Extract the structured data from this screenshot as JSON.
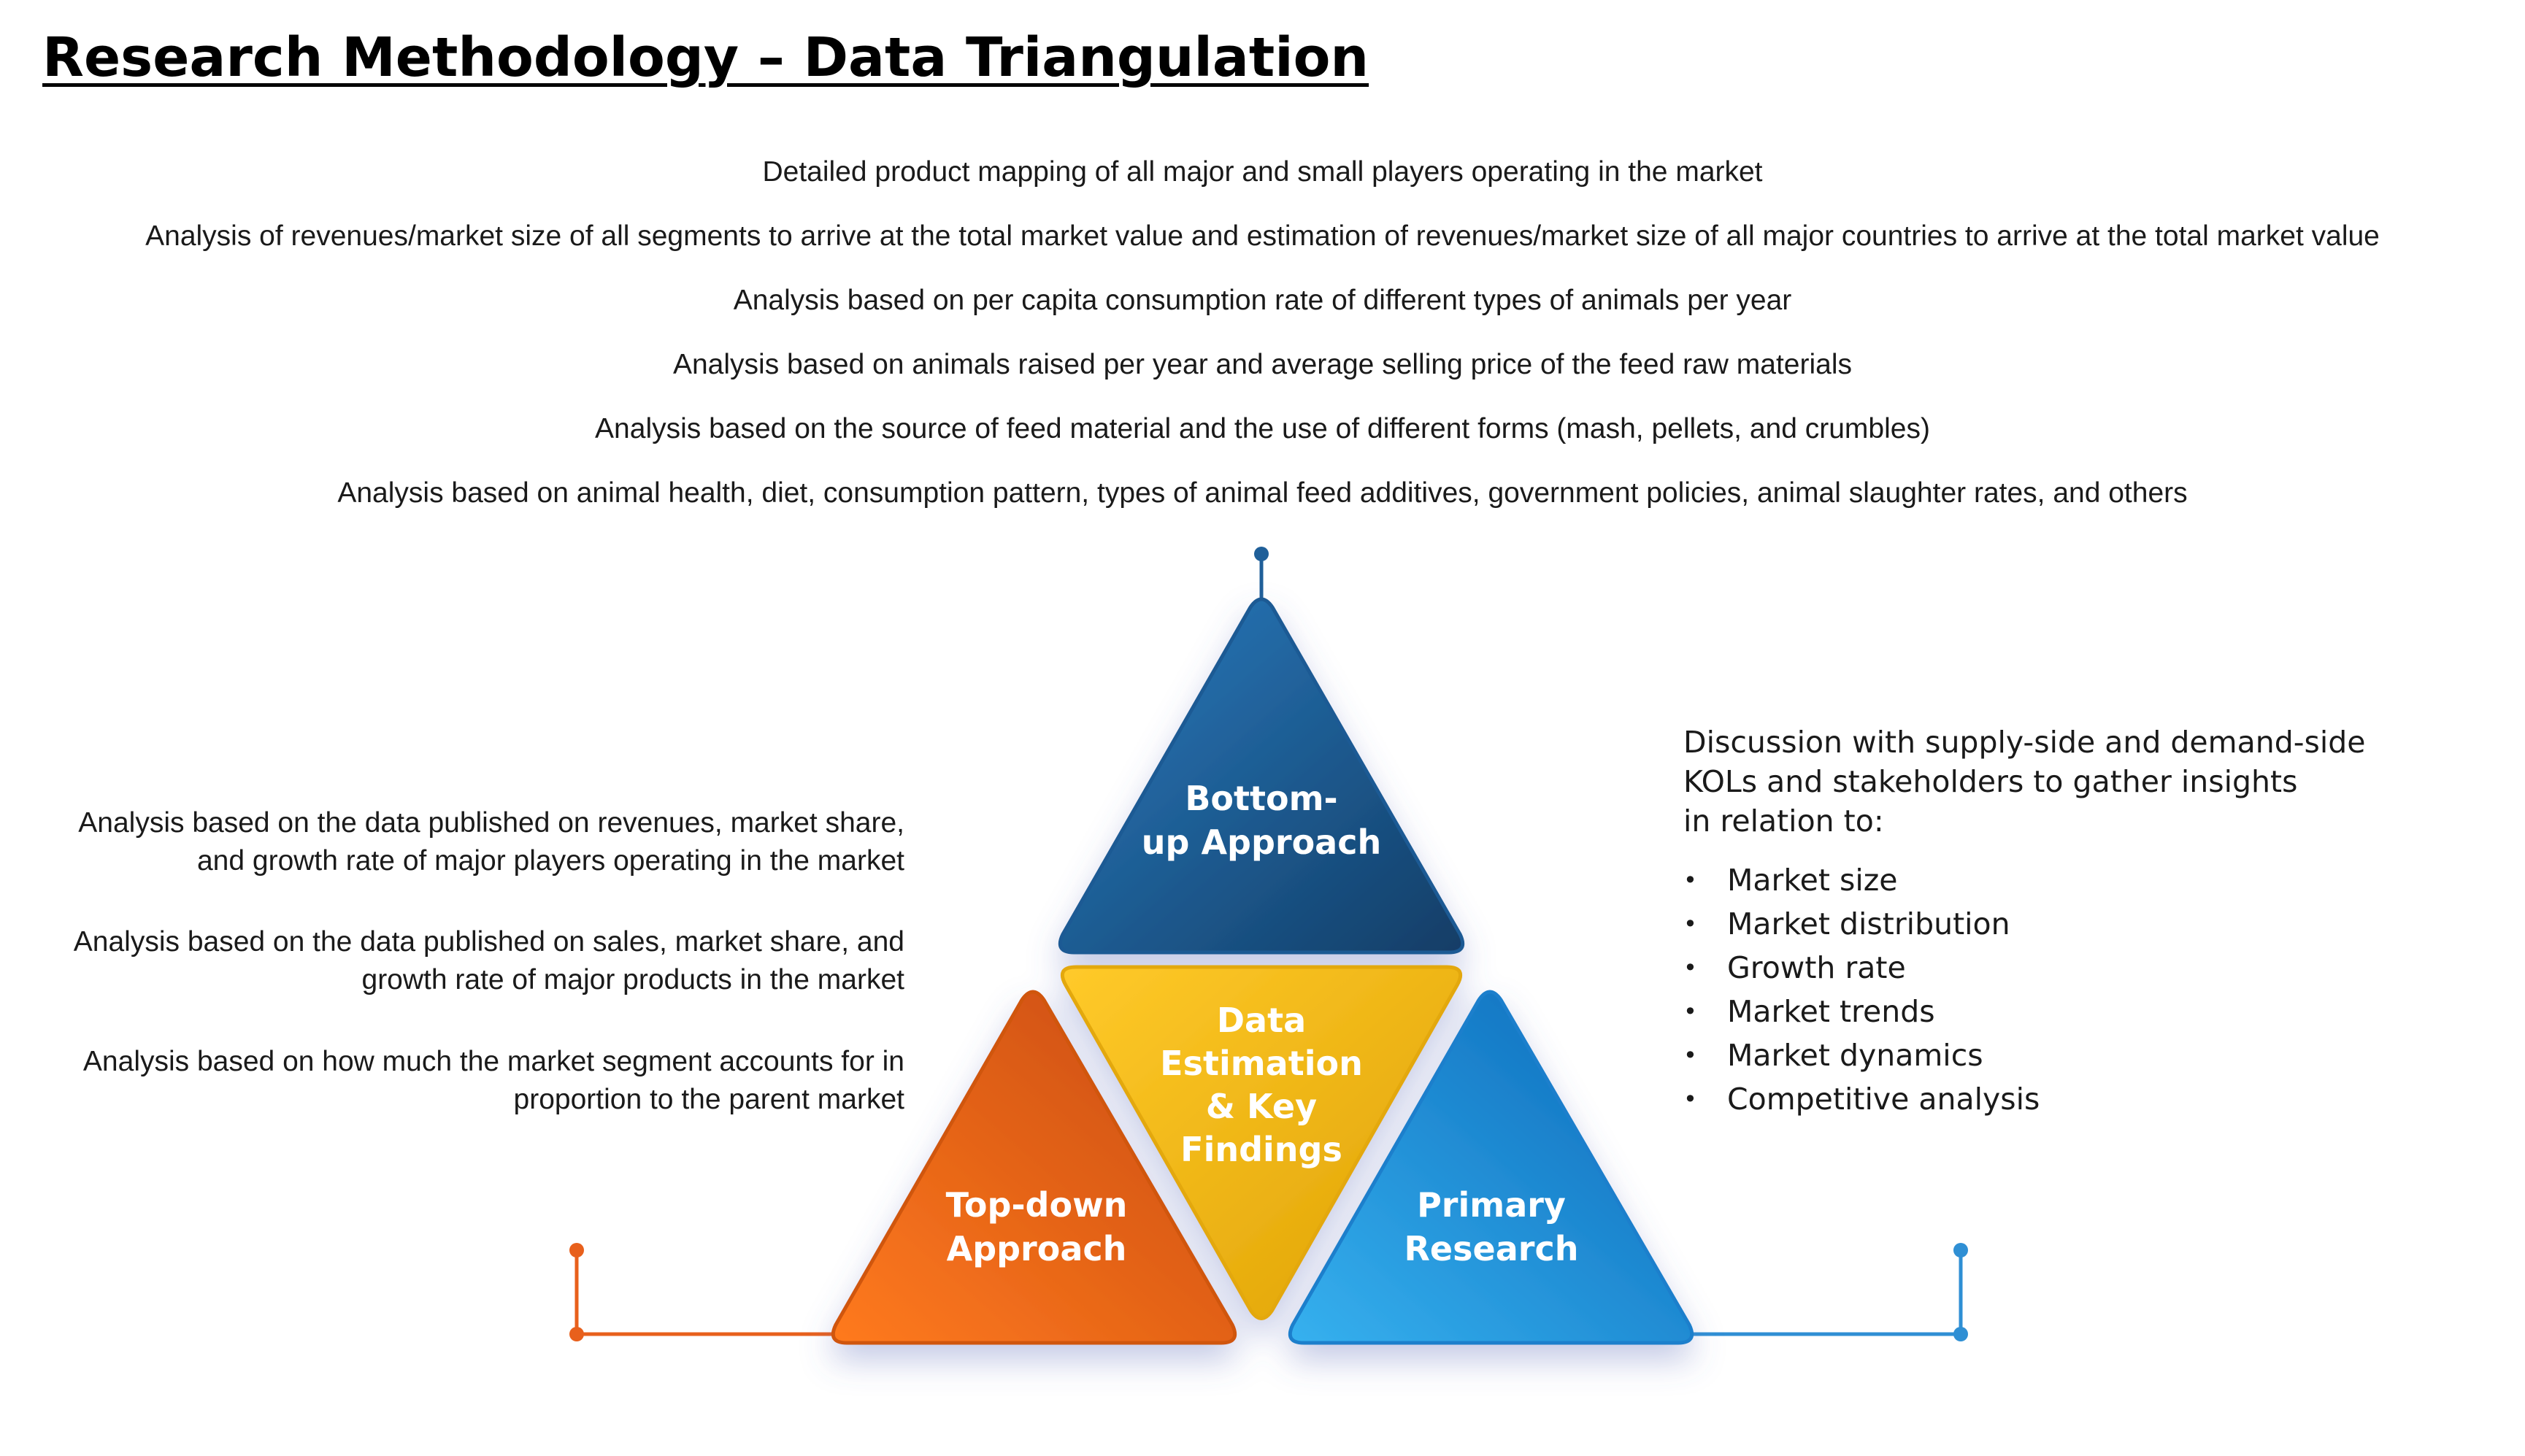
{
  "title": "Research Methodology – Data Triangulation",
  "top_items": [
    "Detailed product mapping of all major and small players operating in the market",
    "Analysis of revenues/market size of all segments to arrive at the total market value and estimation of revenues/market size of all major countries to arrive at the total market value",
    "Analysis based on per capita consumption rate of different types of animals per year",
    "Analysis based on animals raised per year and average selling price of the feed raw materials",
    "Analysis based on the source of feed material and the use of different forms (mash, pellets, and crumbles)",
    "Analysis based on animal health, diet, consumption pattern, types of animal feed additives, government policies, animal slaughter rates, and others"
  ],
  "left_items": [
    "Analysis based on the data published on revenues, market share, and growth rate of major players operating in the market",
    "Analysis based on the data published on sales, market share, and growth rate of major products in the market",
    "Analysis based on how much the market segment accounts for in proportion to the parent market"
  ],
  "triangles": {
    "bottom_up": {
      "line1": "Bottom-",
      "line2": "up Approach"
    },
    "center": {
      "line1": "Data",
      "line2": "Estimation",
      "line3": "& Key",
      "line4": "Findings"
    },
    "top_down": {
      "line1": "Top-down",
      "line2": "Approach"
    },
    "primary": {
      "line1": "Primary",
      "line2": "Research"
    }
  },
  "right_intro": "Discussion with supply-side and demand-side\nKOLs and stakeholders to gather insights\nin relation to:",
  "right_items": [
    "Market size",
    "Market distribution",
    "Growth rate",
    "Market trends",
    "Market dynamics",
    "Competitive analysis"
  ],
  "bullet_char": "•",
  "colors": {
    "blue_dark": "#1a4e7f",
    "blue_light": "#2994d6",
    "orange": "#e8601c",
    "gold": "#f2b515",
    "connector_orange": "#e8601c",
    "connector_blue": "#2f8fd4",
    "connector_navy": "#1f5f99"
  }
}
